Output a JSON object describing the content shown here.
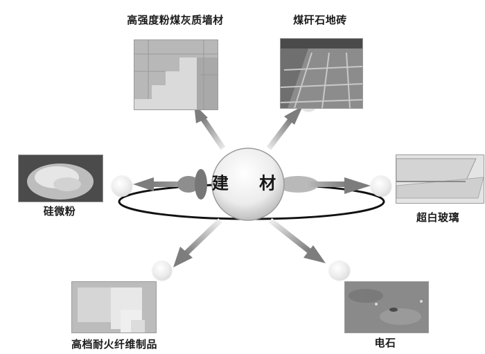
{
  "center": {
    "label": "建 材"
  },
  "nodes": [
    {
      "id": "fly-ash-wall",
      "label": "高强度粉煤灰质墙材",
      "image": "stair-blocks-photo"
    },
    {
      "id": "gangue-brick",
      "label": "煤矸石地砖",
      "image": "paved-tiles-photo"
    },
    {
      "id": "silica-powder",
      "label": "硅微粉",
      "image": "white-powder-photo"
    },
    {
      "id": "ultra-white-glass",
      "label": "超白玻璃",
      "image": "glass-panes-photo"
    },
    {
      "id": "refractory-fiber",
      "label": "高档耐火纤维制品",
      "image": "fiber-boards-photo"
    },
    {
      "id": "calcium-carbide",
      "label": "电石",
      "image": "rock-surface-photo"
    }
  ],
  "colors": {
    "arrow": "#8a8a8a",
    "ring": "#111111",
    "sphere": "#e6e6e6",
    "background": "#ffffff"
  }
}
